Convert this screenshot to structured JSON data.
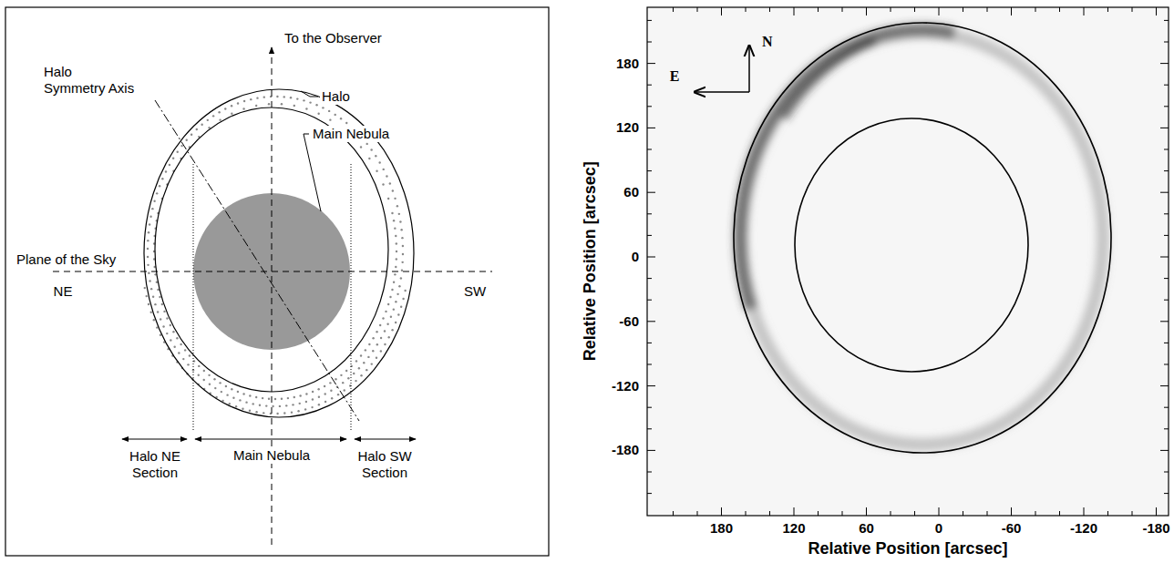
{
  "diagram": {
    "labels": [
      "To the Observer",
      "Halo Symmetry Axis",
      "Halo",
      "Main Nebula",
      "Plane of the Sky",
      "NE",
      "SW",
      "Halo NE Section",
      "Main Nebula",
      "Halo SW Section",
      "N",
      "E",
      "180",
      "120",
      "60",
      "0",
      "-60",
      "-120",
      "-180",
      "180",
      "120",
      "60",
      "0",
      "-60",
      "-120",
      "-180",
      "Relative Position [arcsec]",
      "Relative Position [arcsec]"
    ]
  }
}
